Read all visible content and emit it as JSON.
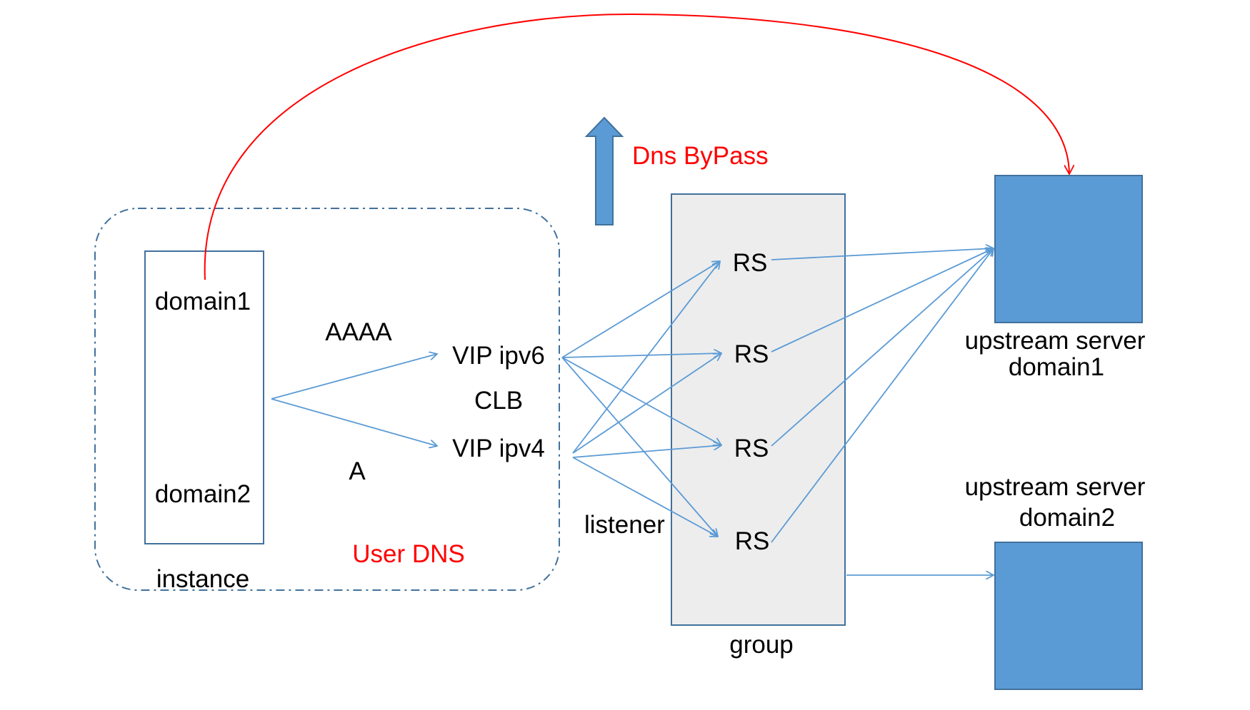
{
  "colors": {
    "accent_blue": "#5b9bd5",
    "box_border": "#41719c",
    "group_fill": "#ededed",
    "red": "#ff0000",
    "text": "#000000"
  },
  "instance": {
    "label": "instance",
    "domain1": "domain1",
    "domain2": "domain2"
  },
  "user_dns": {
    "label": "User DNS",
    "record_aaaa": "AAAA",
    "record_a": "A"
  },
  "clb": {
    "label": "CLB",
    "vip_ipv6": "VIP ipv6",
    "vip_ipv4": "VIP ipv4",
    "listener": "listener"
  },
  "group": {
    "label": "group",
    "rs": [
      "RS",
      "RS",
      "RS",
      "RS"
    ]
  },
  "upstream": {
    "server1": {
      "line1": "upstream server",
      "line2": "domain1"
    },
    "server2": {
      "line1": "upstream server",
      "line2": "domain2"
    }
  },
  "dns_bypass": {
    "label": "Dns ByPass",
    "arrow_icon": "up-arrow-icon"
  }
}
